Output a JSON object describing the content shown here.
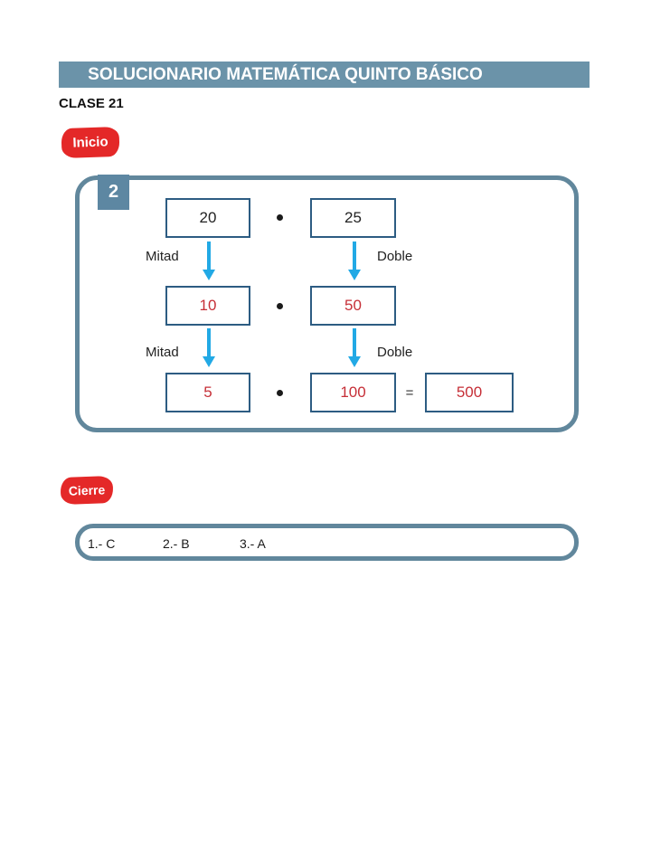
{
  "header": {
    "title": "SOLUCIONARIO MATEMÁTICA QUINTO BÁSICO",
    "class_label": "CLASE 21"
  },
  "sections": {
    "inicio_label": "Inicio",
    "cierre_label": "Cierre"
  },
  "exercise": {
    "number": "2",
    "operator": "•",
    "equals_sign": "=",
    "labels": {
      "left": "Mitad",
      "right": "Doble"
    },
    "rows": [
      {
        "left": "20",
        "right": "25"
      },
      {
        "left": "10",
        "right": "50"
      },
      {
        "left": "5",
        "right": "100",
        "result": "500"
      }
    ]
  },
  "answers": [
    {
      "label": "1.- C"
    },
    {
      "label": "2.- B"
    },
    {
      "label": "3.- A"
    }
  ],
  "colors": {
    "header_bar": "#6B93A9",
    "panel_border": "#61879C",
    "tab_background": "#5D87A2",
    "box_border": "#2D5C82",
    "arrow": "#22A9E5",
    "number_red": "#C62F37",
    "badge_red": "#E42828"
  }
}
